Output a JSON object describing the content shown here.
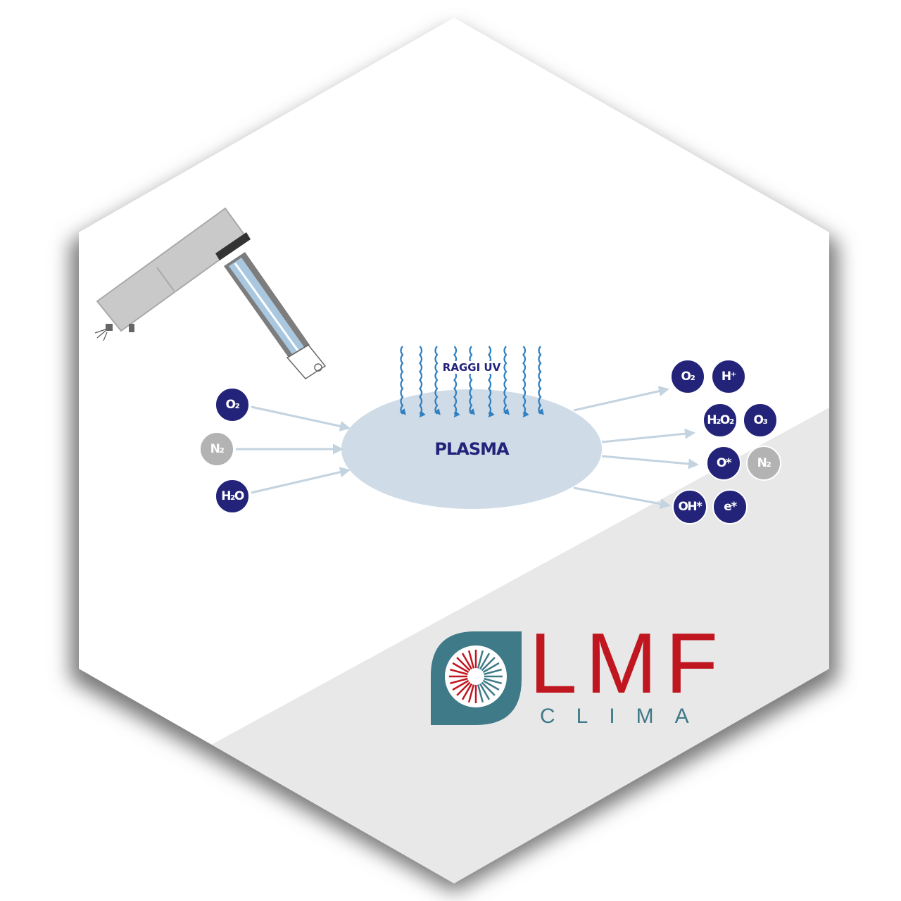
{
  "diagram": {
    "uv_label": "RAGGI UV",
    "plasma_label": "PLASMA",
    "inputs": [
      {
        "label": "O₂",
        "color": "#23237a"
      },
      {
        "label": "N₂",
        "color": "#b3b3b3"
      },
      {
        "label": "H₂O",
        "color": "#23237a"
      }
    ],
    "outputs": [
      {
        "label": "O₂",
        "color": "#23237a"
      },
      {
        "label": "H⁺",
        "color": "#23237a"
      },
      {
        "label": "H₂O₂",
        "color": "#23237a"
      },
      {
        "label": "O₃",
        "color": "#23237a"
      },
      {
        "label": "O*",
        "color": "#23237a"
      },
      {
        "label": "N₂",
        "color": "#b3b3b3"
      },
      {
        "label": "OH*",
        "color": "#23237a"
      },
      {
        "label": "e*",
        "color": "#23237a"
      }
    ],
    "colors": {
      "molecule": "#23237a",
      "inert": "#b3b3b3",
      "plasma": "#cfdbe6",
      "uv": "#2f7fc1",
      "arrow": "#c3d3e0"
    }
  },
  "logo": {
    "brand": "LMF",
    "sub": "CLIMA",
    "colors": {
      "red": "#c0161f",
      "teal": "#3f7a88"
    }
  }
}
